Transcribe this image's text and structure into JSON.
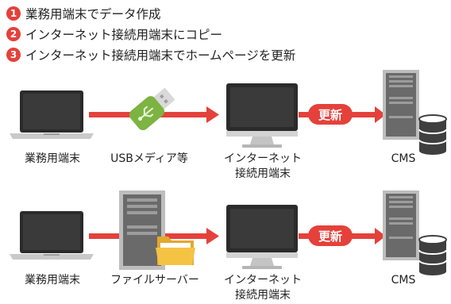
{
  "steps": [
    {
      "num": "1",
      "text": "業務用端末でデータ作成"
    },
    {
      "num": "2",
      "text": "インターネット接続用端末にコピー"
    },
    {
      "num": "3",
      "text": "インターネット接続用端末でホームページを更新"
    }
  ],
  "row1": {
    "source": "業務用端末",
    "medium": "USBメディア等",
    "target_line1": "インターネット",
    "target_line2": "接続用端末",
    "update": "更新",
    "destination": "CMS"
  },
  "row2": {
    "source": "業務用端末",
    "medium": "ファイルサーバー",
    "target_line1": "インターネット",
    "target_line2": "接続用端末",
    "update": "更新",
    "destination": "CMS"
  },
  "colors": {
    "accent": "#e5413b",
    "usb_green": "#7cb342",
    "device_dark": "#2b2b2b",
    "device_gray": "#c9c9c9",
    "folder_yellow": "#f5c344"
  }
}
